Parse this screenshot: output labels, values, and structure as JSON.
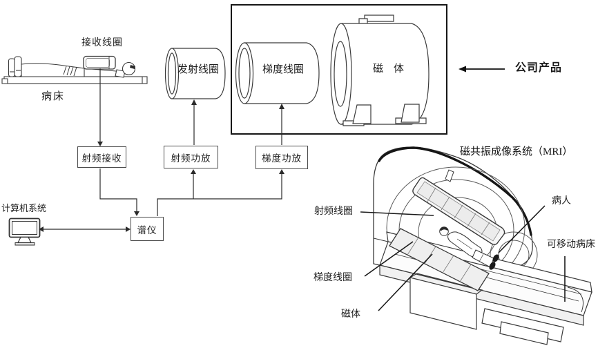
{
  "palette": {
    "line": "#3a3a3a",
    "bold": "#111111",
    "background": "#ffffff"
  },
  "scanner_diagram": {
    "receive_coil_label": "接收线圈",
    "patient_bed_label": "病床",
    "computer_label": "计算机系统",
    "boxes": {
      "rf_receive": "射频接收",
      "rf_amp": "射频功放",
      "gradient_amp": "梯度功放",
      "spectrometer": "谱仪"
    },
    "cylinders": {
      "transmit_coil": "发射线圈",
      "gradient_coil": "梯度线圈",
      "magnet": "磁　体"
    },
    "company_product_label": "公司产品"
  },
  "mri_illustration": {
    "title": "磁共振成像系统（MRI）",
    "rf_coil_label": "射频线圈",
    "patient_label": "病人",
    "movable_bed_label": "可移动病床",
    "gradient_coil_label": "梯度线圈",
    "magnet_label": "磁体"
  }
}
